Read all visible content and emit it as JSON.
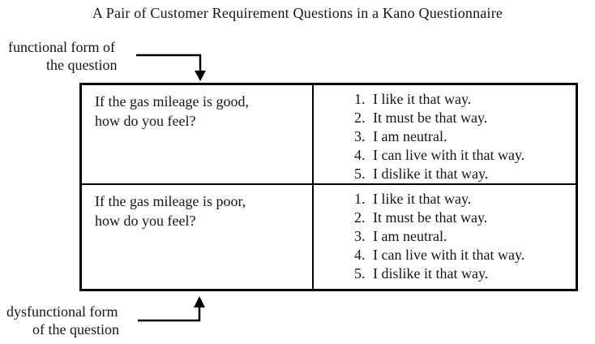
{
  "title": "A Pair of Customer Requirement Questions in a Kano Questionnaire",
  "labels": {
    "functional": {
      "line1": "functional form of",
      "line2": "the question"
    },
    "dysfunctional": {
      "line1": "dysfunctional form",
      "line2": "of the question"
    }
  },
  "table": {
    "rows": [
      {
        "question": {
          "line1": "If the gas mileage is good,",
          "line2": "how do you feel?"
        },
        "options": [
          {
            "num": "1.",
            "text": "I like it that way."
          },
          {
            "num": "2.",
            "text": "It must be that way."
          },
          {
            "num": "3.",
            "text": "I am neutral."
          },
          {
            "num": "4.",
            "text": "I can live with it that way."
          },
          {
            "num": "5.",
            "text": "I dislike it that way."
          }
        ]
      },
      {
        "question": {
          "line1": "If the gas mileage is poor,",
          "line2": "how do you feel?"
        },
        "options": [
          {
            "num": "1.",
            "text": "I like it that way."
          },
          {
            "num": "2.",
            "text": "It must be that way."
          },
          {
            "num": "3.",
            "text": "I am neutral."
          },
          {
            "num": "4.",
            "text": "I can live with it that way."
          },
          {
            "num": "5.",
            "text": "I dislike it that way."
          }
        ]
      }
    ]
  },
  "colors": {
    "ink": "#141414",
    "line": "#000000",
    "background": "#ffffff"
  }
}
